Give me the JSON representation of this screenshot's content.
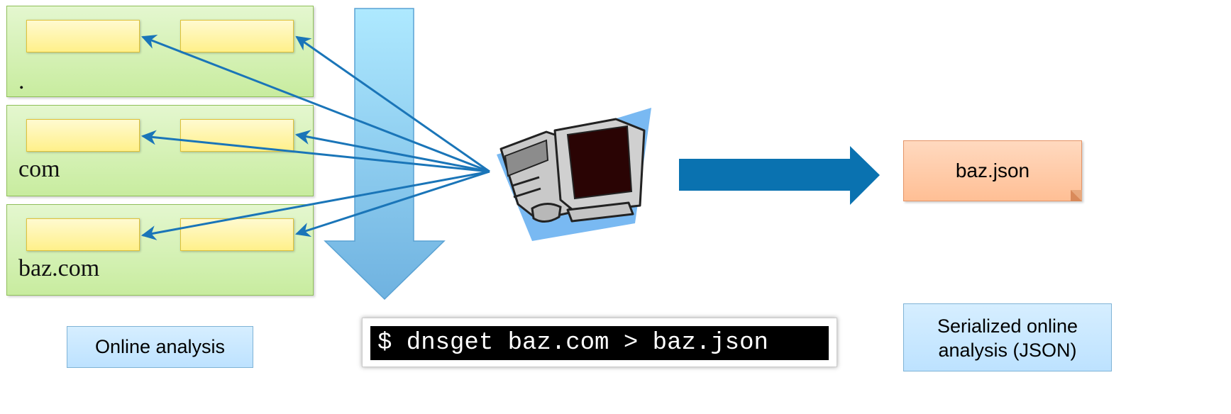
{
  "zones": [
    {
      "label": "."
    },
    {
      "label": "com"
    },
    {
      "label": "baz.com"
    }
  ],
  "command": "$ dnsget baz.com > baz.json",
  "output_file": "baz.json",
  "captions": {
    "online": "Online analysis",
    "serialized_line1": "Serialized online",
    "serialized_line2": "analysis (JSON)"
  },
  "icons": {
    "computer": "computer-icon",
    "flow_arrow": "right-arrow-icon",
    "down_arrow": "down-arrow-icon"
  },
  "colors": {
    "zone_fill": "#c8ec9f",
    "record_fill": "#fff08a",
    "query_line": "#1a75b8",
    "flow_arrow": "#0a72b0",
    "file_fill": "#ffbf95",
    "caption_fill": "#bde2ff"
  }
}
